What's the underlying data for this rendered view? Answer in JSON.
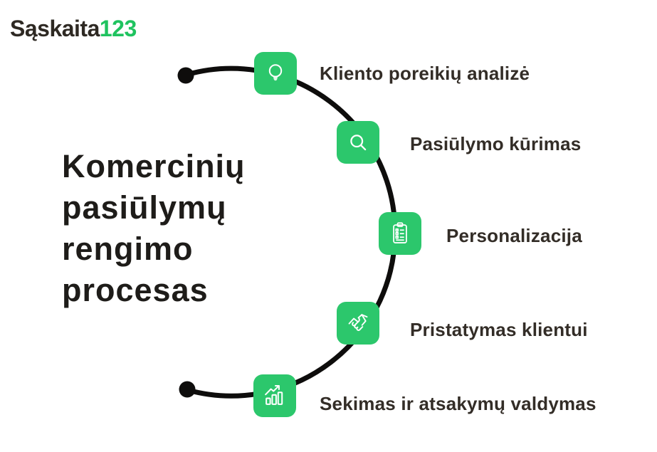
{
  "brand": {
    "name_primary": "Sąskaita",
    "name_accent": "123"
  },
  "title": "Komercinių pasiūlymų rengimo procesas",
  "title_lines": [
    "Komercinių",
    "pasiūlymų",
    "rengimo",
    "procesas"
  ],
  "colors": {
    "accent_green": "#2cc76c",
    "logo_green": "#1fc35f",
    "text_dark": "#2e2923",
    "arc_black": "#0e0d0c",
    "background": "#ffffff"
  },
  "steps": [
    {
      "label": "Kliento poreikių analizė",
      "icon": "lightbulb-icon"
    },
    {
      "label": "Pasiūlymo kūrimas",
      "icon": "search-icon"
    },
    {
      "label": "Personalizacija",
      "icon": "checklist-clipboard-icon"
    },
    {
      "label": "Pristatymas klientui",
      "icon": "handshake-icon"
    },
    {
      "label": "Sekimas ir atsakymų valdymas",
      "icon": "bar-chart-icon"
    }
  ]
}
